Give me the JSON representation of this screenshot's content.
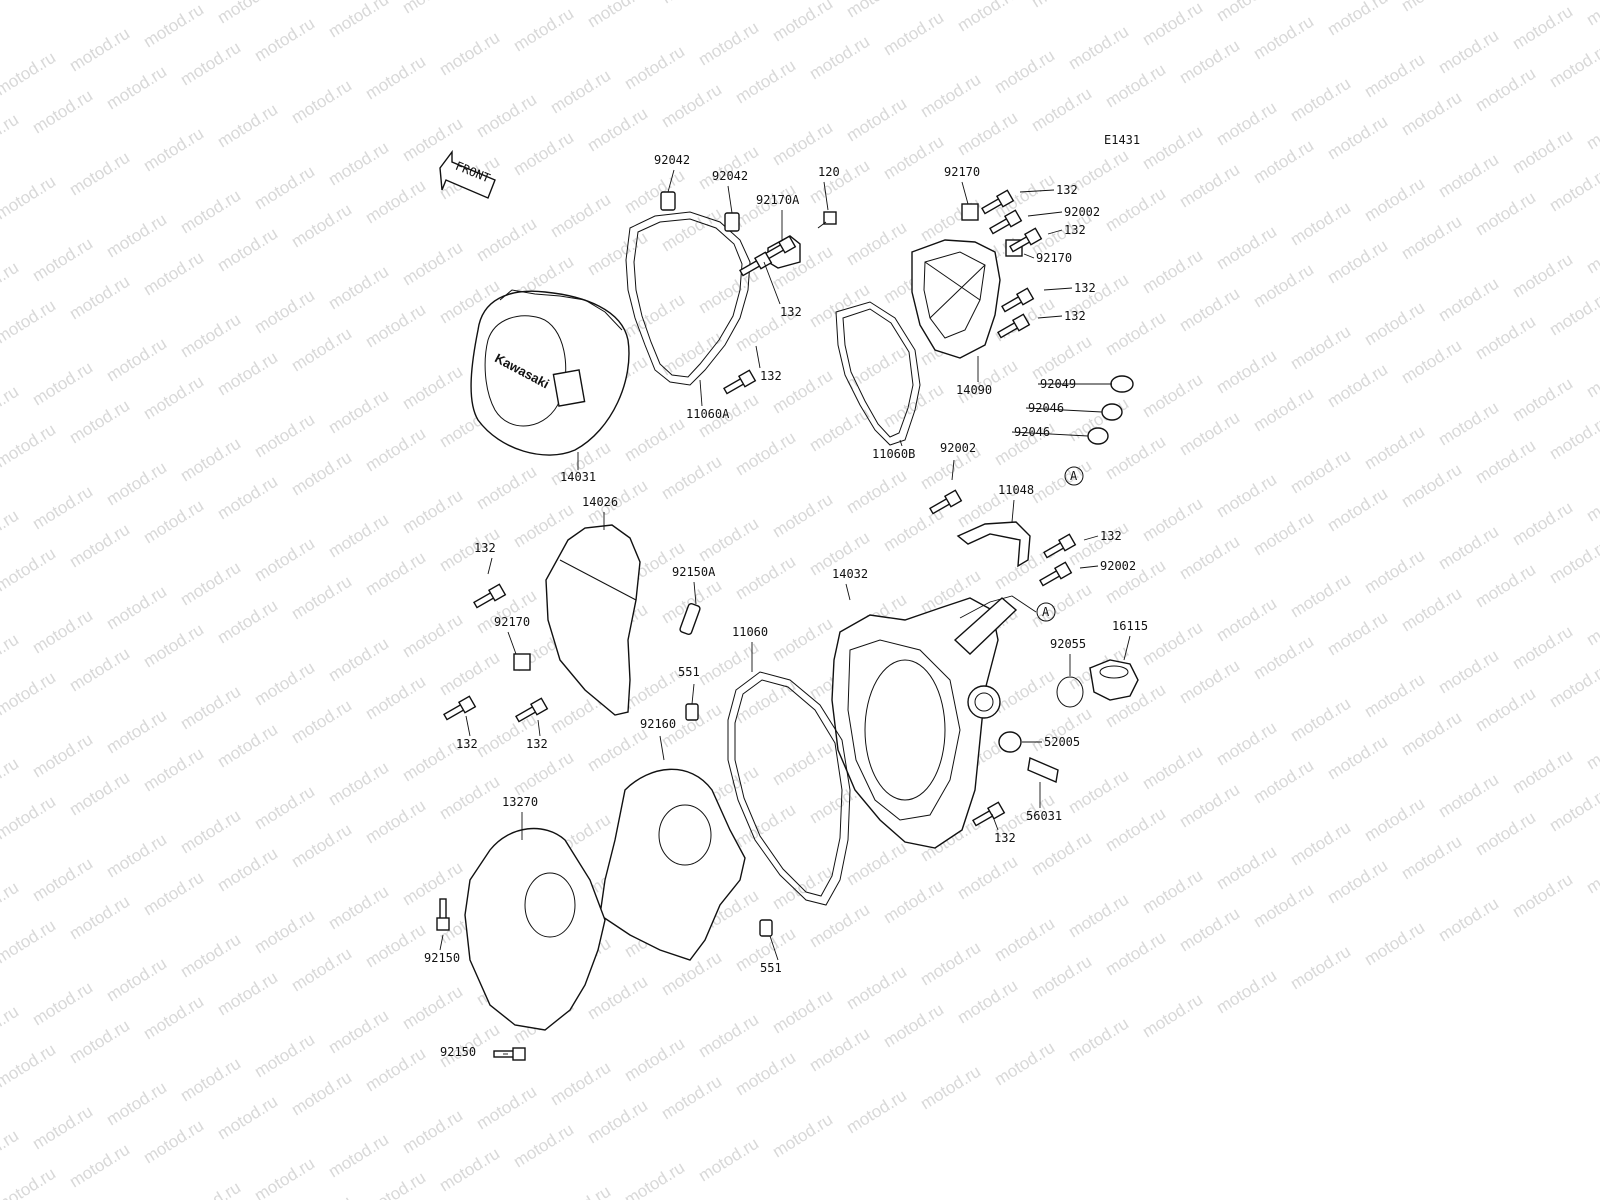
{
  "diagram_id": "E1431",
  "front_label": "FRONT",
  "watermark": "motod.ru",
  "brand_on_cover": "Kawasaki",
  "callout": "A",
  "labels": {
    "p92042a": "92042",
    "p92042b": "92042",
    "p92170A": "92170A",
    "p120": "120",
    "p132_a": "132",
    "p132_b": "132",
    "p11060A": "11060A",
    "p14031": "14031",
    "p92170_t": "92170",
    "p132_c": "132",
    "p92002_t": "92002",
    "p132_d": "132",
    "p92170_m": "92170",
    "p132_e": "132",
    "p132_f": "132",
    "p14090": "14090",
    "p11060B": "11060B",
    "p92049": "92049",
    "p92046a": "92046",
    "p92046b": "92046",
    "p92002_c": "92002",
    "p11048": "11048",
    "p132_g": "132",
    "p92002_r": "92002",
    "p14026": "14026",
    "p132_h": "132",
    "p92150A": "92150A",
    "p92170_l": "92170",
    "p132_i": "132",
    "p132_j": "132",
    "p14032": "14032",
    "p11060": "11060",
    "p551_a": "551",
    "p92160": "92160",
    "p16115": "16115",
    "p92055": "92055",
    "p52005": "52005",
    "p13270": "13270",
    "p56031": "56031",
    "p132_k": "132",
    "p551_b": "551",
    "p92150_a": "92150",
    "p92150_b": "92150"
  }
}
